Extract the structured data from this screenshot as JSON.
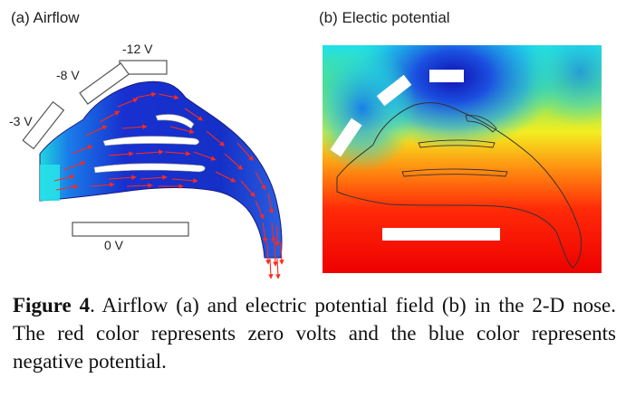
{
  "panel_a": {
    "label": "(a) Airflow",
    "electrodes": [
      "-12 V",
      "-8 V",
      "-3 V",
      "0 V"
    ]
  },
  "panel_b": {
    "label": "(b) Electic potential"
  },
  "colors": {
    "zero_volts": "#ff0000",
    "negative_potential": "#0000cc",
    "flow_arrows": "#ff2a1a"
  },
  "caption": {
    "figure_label": "Figure 4",
    "text": ". Airflow (a) and electric potential field (b) in the 2-D nose. The red color represents zero volts and the blue color represents negative potential."
  }
}
